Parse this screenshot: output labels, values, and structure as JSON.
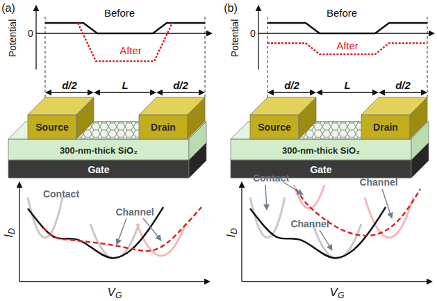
{
  "diagram": {
    "labels": [
      "(a)",
      "Potential",
      "0",
      "Before",
      "After",
      "d/2",
      "L",
      "d/2",
      "Source",
      "Drain",
      "300-nm-thick SiO₂",
      "Gate",
      "I",
      "D",
      "V",
      "G",
      "Contact",
      "Channel",
      "(b)",
      "Potential",
      "0",
      "Before",
      "After",
      "d/2",
      "L",
      "d/2",
      "Source",
      "Drain",
      "300-nm-thick SiO₂",
      "Gate",
      "I",
      "D",
      "V",
      "G",
      "Contact",
      "Channel",
      "Channel"
    ]
  }
}
